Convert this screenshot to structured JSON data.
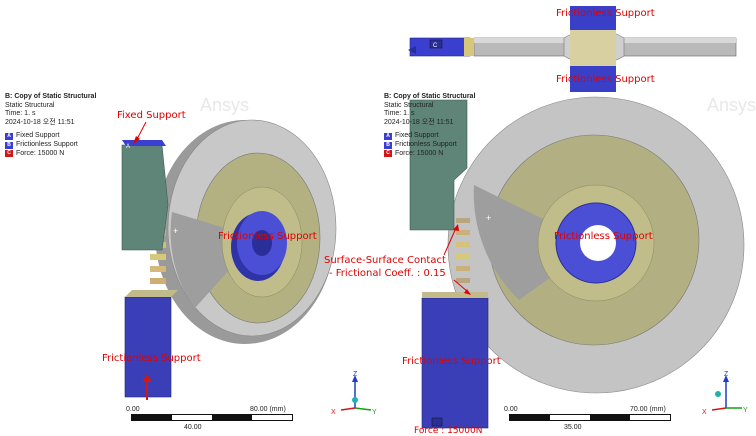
{
  "left": {
    "title": "B: Copy of Static Structural",
    "analysis": "Static Structural",
    "time": "Time: 1. s",
    "date": "2024-10-18 오전 11:51",
    "legend": [
      {
        "letter": "A",
        "label": "Fixed Support",
        "color": "#3a3fd0"
      },
      {
        "letter": "B",
        "label": "Frictionless Support",
        "color": "#3a3fd0"
      },
      {
        "letter": "C",
        "label": "Force: 15000 N",
        "color": "#d01818"
      }
    ],
    "labels": {
      "fixed": "Fixed Support",
      "frictionless_center": "Frictionless Support",
      "frictionless_bottom": "Frictionless Support"
    },
    "scale": {
      "start": "0.00",
      "end": "80.00 (mm)",
      "mid": "40.00"
    },
    "watermark": "Ansys"
  },
  "right": {
    "title": "B: Copy of Static Structural",
    "analysis": "Static Structural",
    "time": "Time: 1. s",
    "date": "2024-10-18 오전 11:51",
    "legend": [
      {
        "letter": "A",
        "label": "Fixed Support",
        "color": "#3a3fd0"
      },
      {
        "letter": "B",
        "label": "Frictionless Support",
        "color": "#3a3fd0"
      },
      {
        "letter": "C",
        "label": "Force: 15000 N",
        "color": "#d01818"
      }
    ],
    "labels": {
      "frictionless_top": "Frictionless Support",
      "frictionless_upper": "Frictionless Support",
      "frictionless_center": "Frictionless Support",
      "frictionless_bottom": "Frictionless Support",
      "contact_line1": "Surface-Surface Contact",
      "contact_line2": "- Frictional Coeff. : 0.15",
      "force": "Force : 15000N"
    },
    "scale": {
      "start": "0.00",
      "end": "70.00 (mm)",
      "mid": "35.00"
    },
    "watermark": "Ansys"
  },
  "triad": {
    "x": "X",
    "y": "Y",
    "z": "Z"
  }
}
